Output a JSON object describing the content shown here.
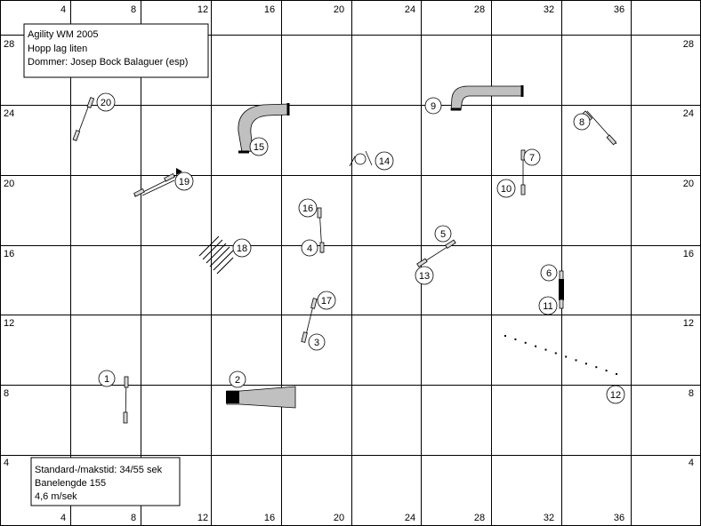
{
  "course": {
    "info_title": "Agility WM 2005",
    "info_class": "Hopp lag liten",
    "info_judge": "Dommer: Josep Bock Balaguer (esp)",
    "stats_time": "Standard-/makstid: 34/55 sek",
    "stats_length": "Banelengde 155",
    "stats_speed": "4,6 m/sek"
  },
  "grid": {
    "x_ticks": [
      "4",
      "8",
      "12",
      "16",
      "20",
      "24",
      "28",
      "32",
      "36"
    ],
    "y_left_ticks": [
      "28",
      "24",
      "20",
      "16",
      "12",
      "8",
      "4"
    ],
    "y_right_ticks": [
      "28",
      "24",
      "20",
      "16",
      "12",
      "8",
      "4"
    ]
  },
  "obstacles": [
    {
      "num": "1",
      "kind": "jump"
    },
    {
      "num": "2",
      "kind": "collapsed-tunnel"
    },
    {
      "num": "3",
      "kind": "jump"
    },
    {
      "num": "4",
      "kind": "jump"
    },
    {
      "num": "5",
      "kind": "jump"
    },
    {
      "num": "6",
      "kind": "wall"
    },
    {
      "num": "7",
      "kind": "jump"
    },
    {
      "num": "8",
      "kind": "jump"
    },
    {
      "num": "9",
      "kind": "tunnel"
    },
    {
      "num": "10",
      "kind": "jump"
    },
    {
      "num": "11",
      "kind": "wall"
    },
    {
      "num": "12",
      "kind": "weave-poles"
    },
    {
      "num": "13",
      "kind": "jump"
    },
    {
      "num": "14",
      "kind": "tire"
    },
    {
      "num": "15",
      "kind": "tunnel"
    },
    {
      "num": "16",
      "kind": "jump"
    },
    {
      "num": "17",
      "kind": "jump"
    },
    {
      "num": "18",
      "kind": "long-jump"
    },
    {
      "num": "19",
      "kind": "jump"
    },
    {
      "num": "20",
      "kind": "jump"
    }
  ],
  "colors": {
    "grid": "#000000",
    "tunnel": "#c0c0c0",
    "bar": "#d8d8d8"
  }
}
